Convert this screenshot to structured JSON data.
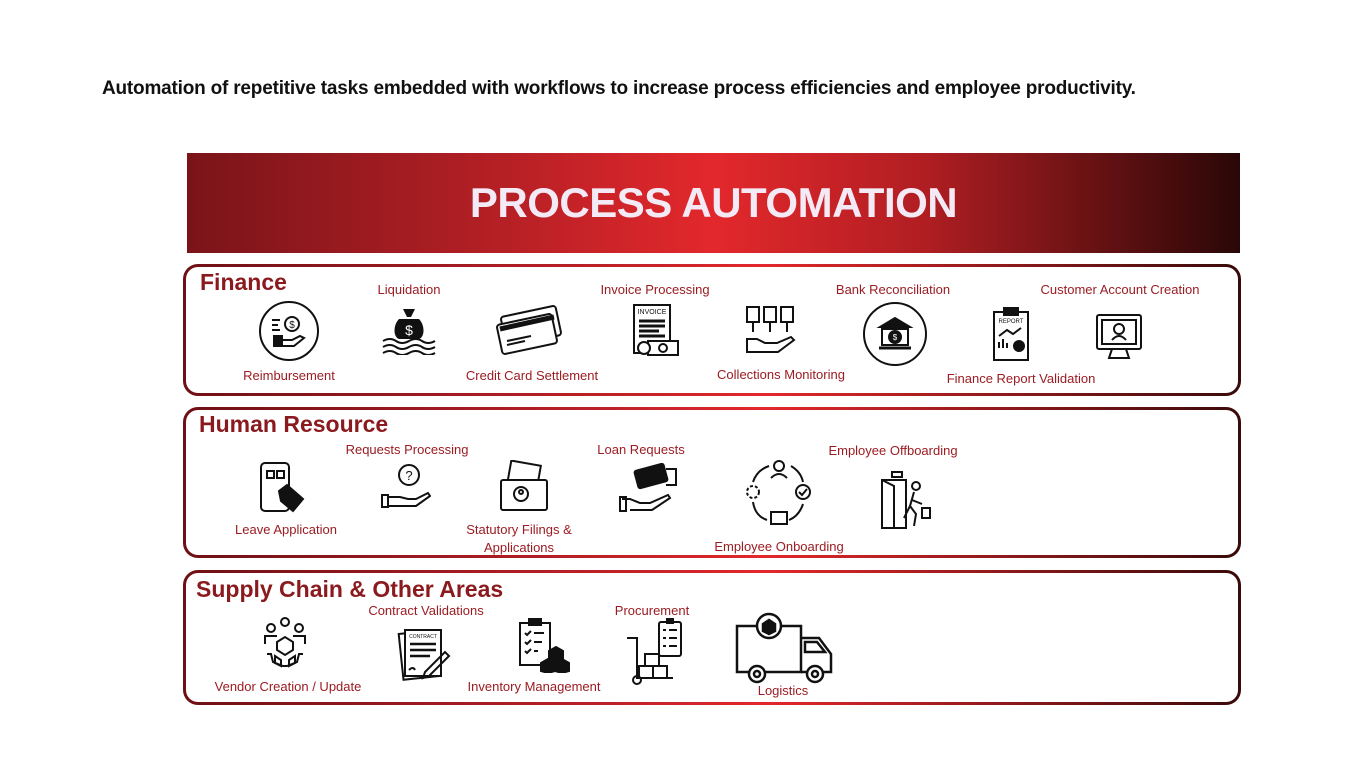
{
  "subtitle": "Automation of repetitive tasks embedded with workflows to increase process efficiencies and employee productivity.",
  "banner": "PROCESS AUTOMATION",
  "finance": {
    "heading": "Finance",
    "items": [
      "Liquidation",
      "Invoice Processing",
      "Bank Reconciliation",
      "Customer Account Creation",
      "Reimbursement",
      "Credit Card Settlement",
      "Collections Monitoring",
      "Finance Report Validation"
    ]
  },
  "hr": {
    "heading": "Human Resource",
    "items": [
      "Requests Processing",
      "Loan Requests",
      "Employee Offboarding",
      "Leave Application",
      "Statutory Filings &",
      "Applications",
      "Employee Onboarding"
    ]
  },
  "supply": {
    "heading": "Supply Chain & Other  Areas",
    "items": [
      "Contract Validations",
      "Procurement",
      "Vendor Creation / Update",
      "Inventory Management",
      "Logistics"
    ]
  },
  "icon_text": {
    "invoice": "INVOICE",
    "report": "REPORT",
    "contract": "CONTRACT"
  }
}
